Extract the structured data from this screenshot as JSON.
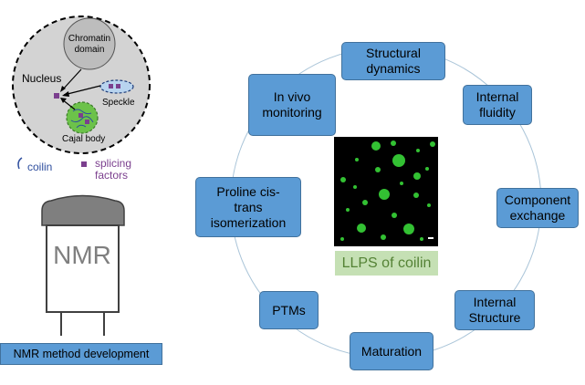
{
  "nodes": [
    {
      "id": "structural-dynamics",
      "label": "Structural\ndynamics"
    },
    {
      "id": "internal-fluidity",
      "label": "Internal\nfluidity"
    },
    {
      "id": "component-exchange",
      "label": "Component\nexchange"
    },
    {
      "id": "internal-structure",
      "label": "Internal\nStructure"
    },
    {
      "id": "maturation",
      "label": "Maturation"
    },
    {
      "id": "ptms",
      "label": "PTMs"
    },
    {
      "id": "proline-isomerization",
      "label": "Proline cis-\ntrans\nisomerization"
    },
    {
      "id": "in-vivo-monitoring",
      "label": "In vivo\nmonitoring"
    }
  ],
  "center_caption": "LLPS of coilin",
  "nucleus": {
    "nucleus_label": "Nucleus",
    "chromatin_label_line1": "Chromatin",
    "chromatin_label_line2": "domain",
    "speckle_label": "Speckle",
    "cajal_label": "Cajal body"
  },
  "legend": {
    "coilin_label": "coilin",
    "splicing_line1": "splicing",
    "splicing_line2": "factors"
  },
  "nmr_magnet_label": "NMR",
  "nmr_method_label": "NMR method development",
  "colors": {
    "box_fill": "#5b9bd5",
    "box_border": "#41719c",
    "caption_fill": "#c5e0b4",
    "caption_text": "#548235",
    "droplet_green": "#39d639",
    "splicing_purple": "#7b3f8e",
    "coilin_blue": "#2e4e9e"
  }
}
